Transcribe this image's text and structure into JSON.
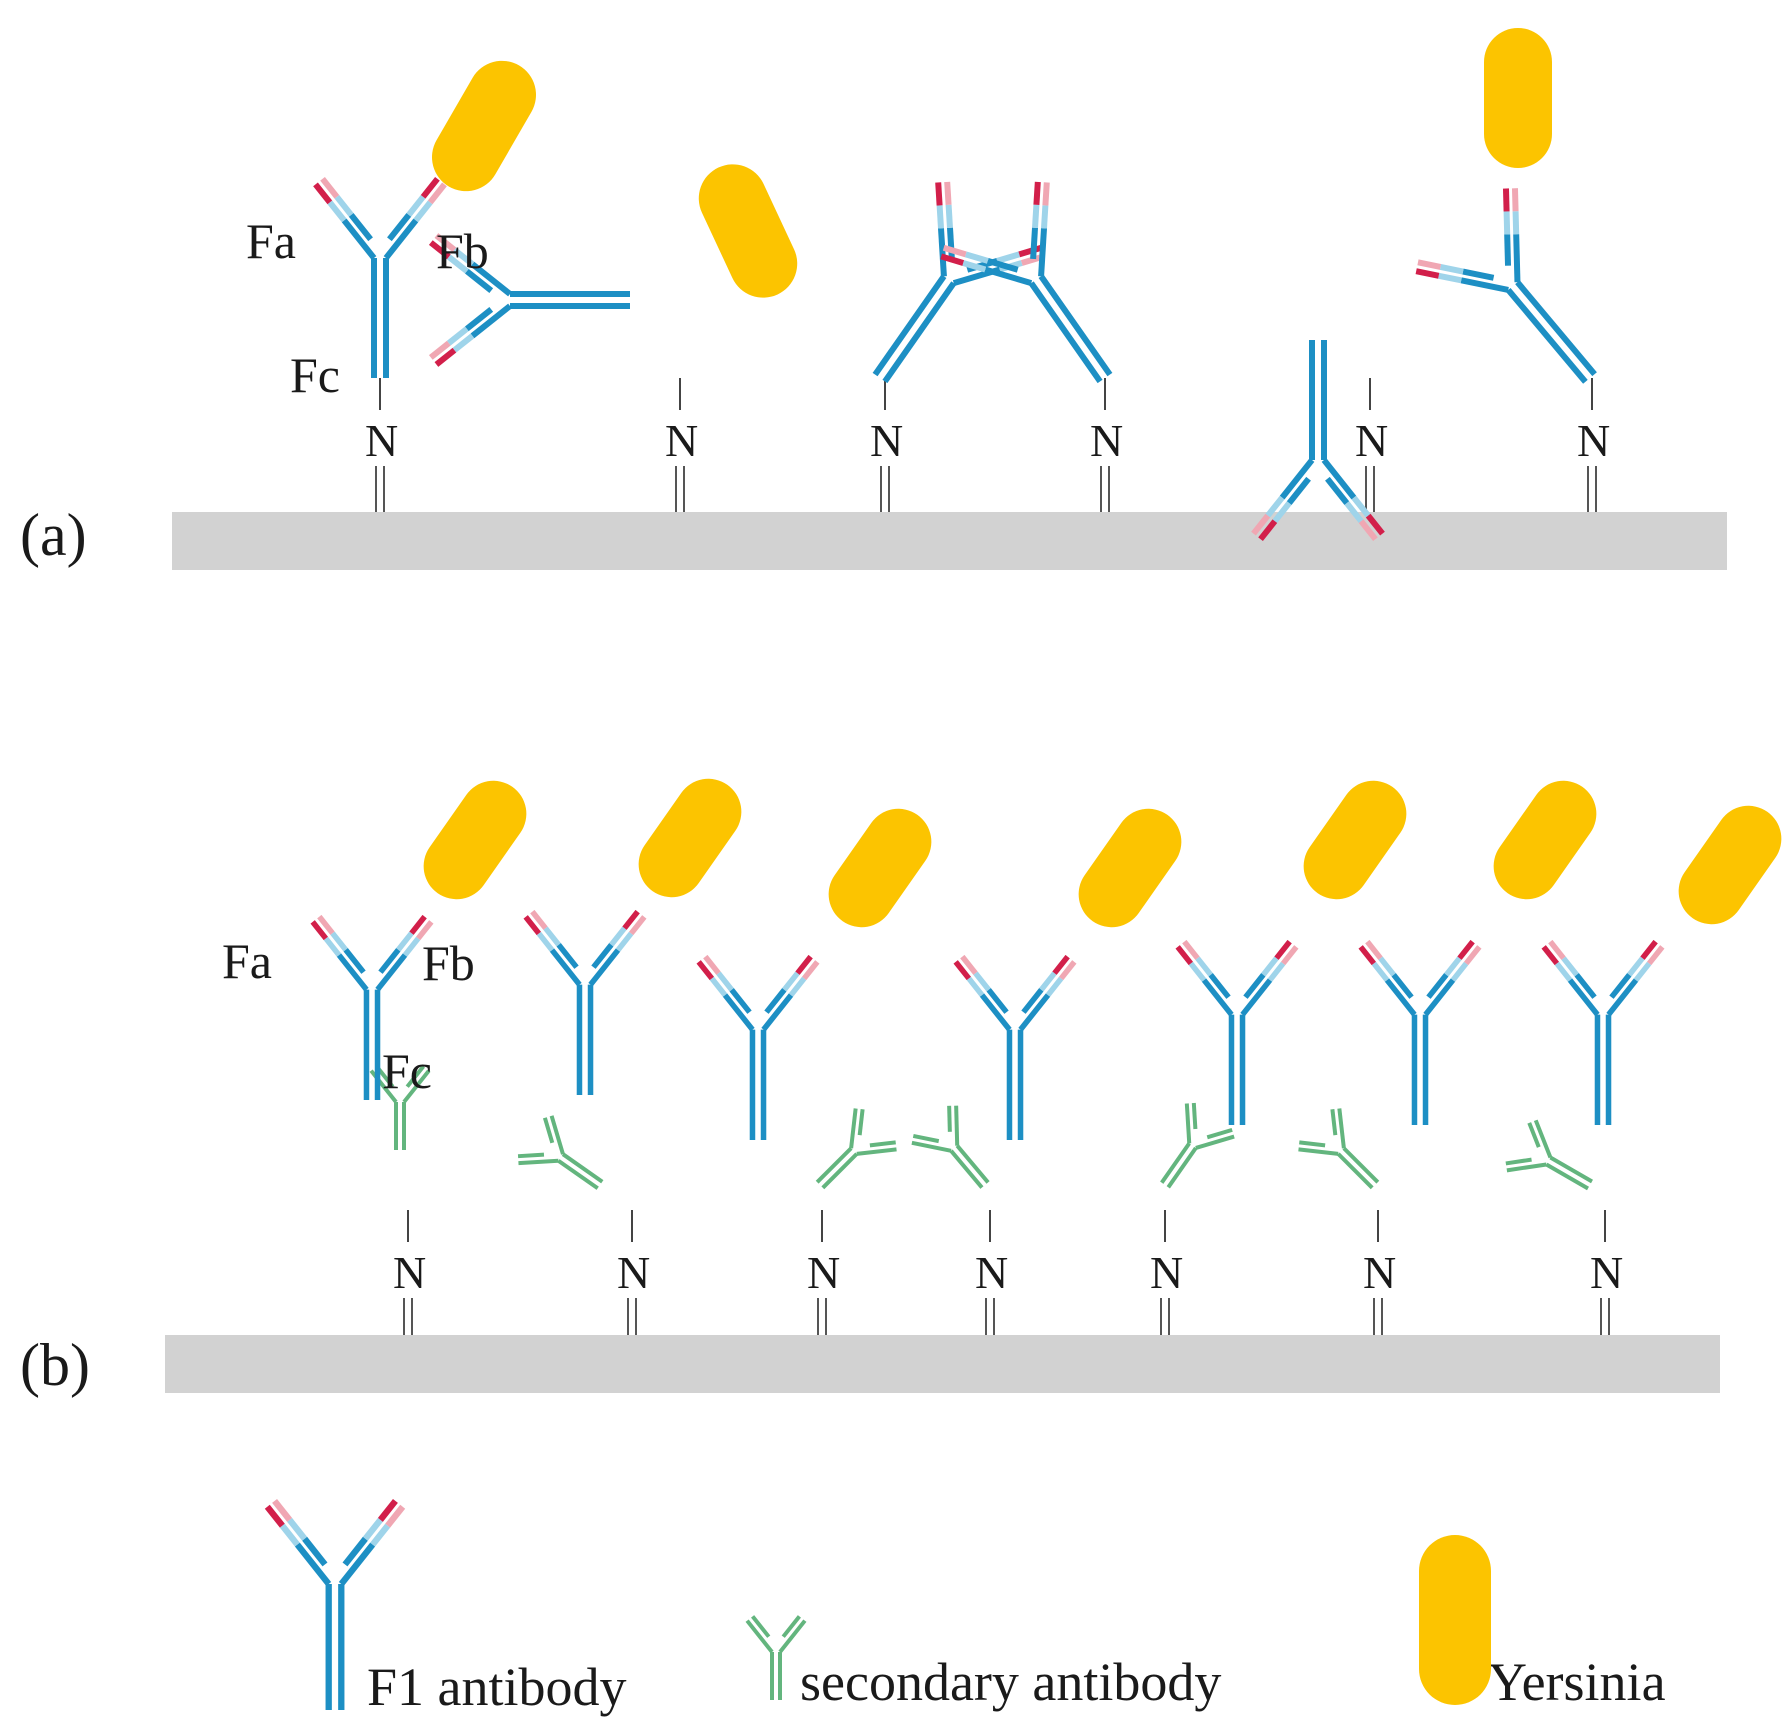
{
  "panel_a": {
    "label": "(a)",
    "fa": "Fa",
    "fb": "Fb",
    "fc": "Fc"
  },
  "panel_b": {
    "label": "(b)",
    "fa": "Fa",
    "fb": "Fb",
    "fc": "Fc"
  },
  "linker": {
    "atom": "N"
  },
  "legend": {
    "f1_antibody": "F1 antibody",
    "secondary_antibody": "secondary antibody",
    "yersinia": "Yersinia"
  },
  "colors": {
    "heavy_chain": "#1d8fc4",
    "light_chain": "#9fd4ea",
    "variable_region_dark": "#d21f4a",
    "variable_region_light": "#f0a7b3",
    "secondary_antibody": "#63b57e",
    "secondary_antibody_light": "#c4e6cf",
    "yersinia": "#fcc400",
    "substrate": "#d2d2d2"
  }
}
